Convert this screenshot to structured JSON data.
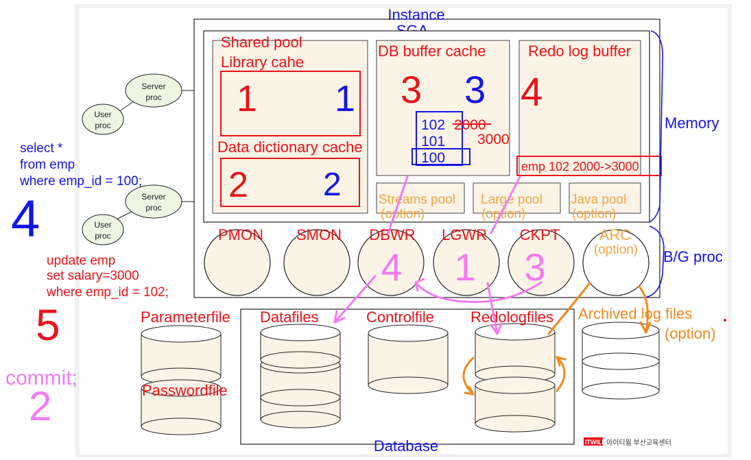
{
  "colors": {
    "cream": "#fbf3e6",
    "box_border": "#222222",
    "red": "#e8141b",
    "blue": "#1414e6",
    "pink": "#f27bf0",
    "orange": "#f08a1e",
    "option_orange": "#f0a646",
    "gray_bg": "#f1f1f1"
  },
  "instance": {
    "label": "Instance",
    "sga_label": "SGA"
  },
  "shared_pool": {
    "title": "Shared pool",
    "library_cache": "Library cahe",
    "data_dictionary_cache": "Data dictionary cache"
  },
  "db_buffer_cache": {
    "title": "DB buffer cache",
    "rows": [
      "102",
      "101",
      "100"
    ],
    "old_value": "2000",
    "new_value": "3000"
  },
  "redo_log_buffer": {
    "title": "Redo log buffer",
    "entry": "emp 102 2000->3000"
  },
  "pools": [
    {
      "name": "Streams pool",
      "note": "(option)"
    },
    {
      "name": "Large pool",
      "note": "(option)"
    },
    {
      "name": "Java pool",
      "note": "(option)"
    }
  ],
  "processes": [
    {
      "name": "PMON",
      "note": "",
      "mark": ""
    },
    {
      "name": "SMON",
      "note": "",
      "mark": ""
    },
    {
      "name": "DBWR",
      "note": "",
      "mark": "4"
    },
    {
      "name": "LGWR",
      "note": "",
      "mark": "1"
    },
    {
      "name": "CKPT",
      "note": "",
      "mark": "3"
    },
    {
      "name": "ARC",
      "note": "(option)",
      "mark": ""
    }
  ],
  "client_procs": [
    {
      "server": [
        "Server",
        "proc"
      ],
      "user": [
        "User",
        "proc"
      ]
    },
    {
      "server": [
        "Server",
        "proc"
      ],
      "user": [
        "User",
        "proc"
      ]
    }
  ],
  "side_labels": {
    "memory": "Memory",
    "background": "B/G proc"
  },
  "files": {
    "parameterfile": "Parameterfile",
    "passwordfile": "Passwordfile",
    "datafiles": "Datafiles",
    "controlfile": "Controlfile",
    "redologfiles": "Redologfiles",
    "archived": "Archived log files",
    "archived_note": "(option)",
    "database": "Database"
  },
  "annotations": {
    "select_sql": [
      "select *",
      "from emp",
      "where emp_id = 100;"
    ],
    "update_sql": [
      "update emp",
      "set salary=3000",
      "where emp_id = 102;"
    ],
    "commit": "commit;",
    "step_select": "4",
    "step_update": "5",
    "step_commit": "2",
    "library_red": "1",
    "library_blue": "1",
    "dict_red": "2",
    "dict_blue": "2",
    "buffer_red": "3",
    "buffer_blue": "3",
    "redo_red": "4"
  },
  "logo": {
    "brand": "ITWILL",
    "text": "아이티윌 부산교육센터"
  }
}
